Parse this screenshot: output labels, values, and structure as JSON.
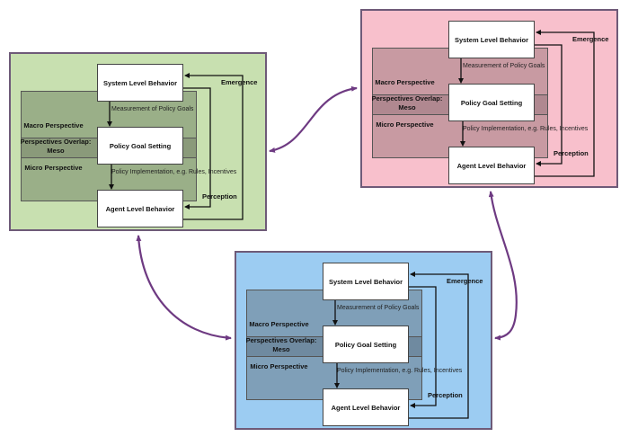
{
  "diagram": {
    "panels": [
      {
        "id": "green",
        "color": "#c8e0b0",
        "system_label": "System Level Behavior",
        "policy_label": "Policy Goal Setting",
        "agent_label": "Agent Level Behavior",
        "macro_label": "Macro Perspective",
        "overlap_label": "Perspectives Overlap: Meso",
        "micro_label": "Micro Perspective",
        "measurement_label": "Measurement of Policy Goals",
        "implementation_label": "Policy Implementation, e.g. Rules, Incentives",
        "emergence_label": "Emergence",
        "perception_label": "Perception"
      },
      {
        "id": "pink",
        "color": "#f8c0cc",
        "system_label": "System Level Behavior",
        "policy_label": "Policy Goal Setting",
        "agent_label": "Agent Level Behavior",
        "macro_label": "Macro Perspective",
        "overlap_label": "Perspectives Overlap: Meso",
        "micro_label": "Micro Perspective",
        "measurement_label": "Measurement of Policy Goals",
        "implementation_label": "Policy Implementation, e.g. Rules, Incentives",
        "emergence_label": "Emergence",
        "perception_label": "Perception"
      },
      {
        "id": "blue",
        "color": "#9cccf2",
        "system_label": "System Level Behavior",
        "policy_label": "Policy Goal Setting",
        "agent_label": "Agent Level Behavior",
        "macro_label": "Macro Perspective",
        "overlap_label": "Perspectives Overlap: Meso",
        "micro_label": "Micro Perspective",
        "measurement_label": "Measurement of Policy Goals",
        "implementation_label": "Policy Implementation, e.g. Rules, Incentives",
        "emergence_label": "Emergence",
        "perception_label": "Perception"
      }
    ],
    "connectors": [
      {
        "from": "green",
        "to": "pink",
        "type": "bidirectional"
      },
      {
        "from": "green",
        "to": "blue",
        "type": "bidirectional"
      },
      {
        "from": "pink",
        "to": "blue",
        "type": "bidirectional"
      }
    ],
    "connector_color": "#6e3a82"
  }
}
